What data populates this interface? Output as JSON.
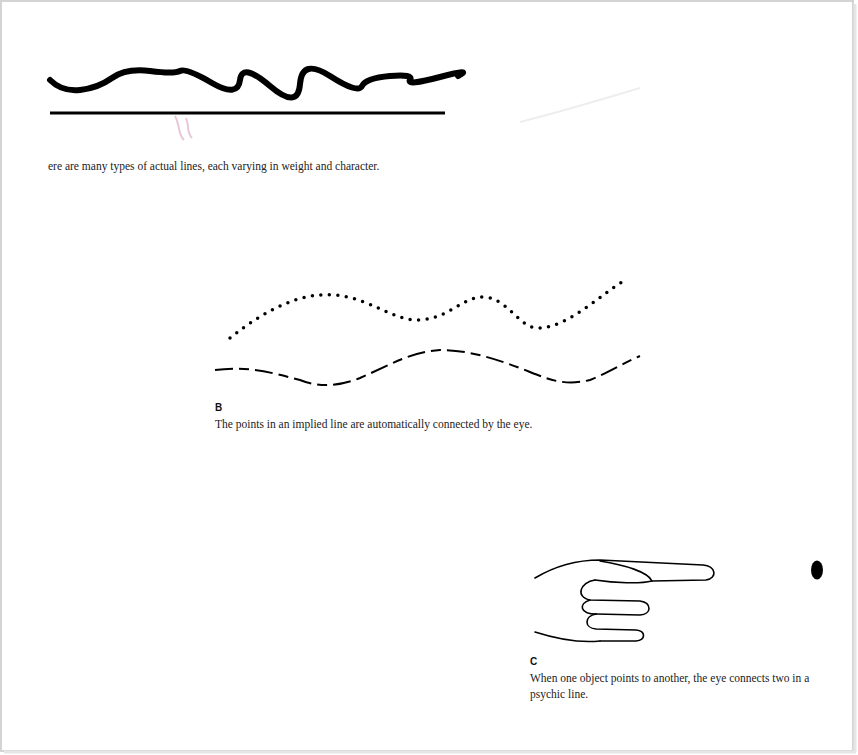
{
  "diagram": {
    "labels": [
      "ere are many types of actual lines, each varying in weight and character.",
      "B",
      "The points in an implied line are automatically connected by the eye.",
      "C",
      "When one object points to another, the eye connects two in a psychic line."
    ]
  }
}
